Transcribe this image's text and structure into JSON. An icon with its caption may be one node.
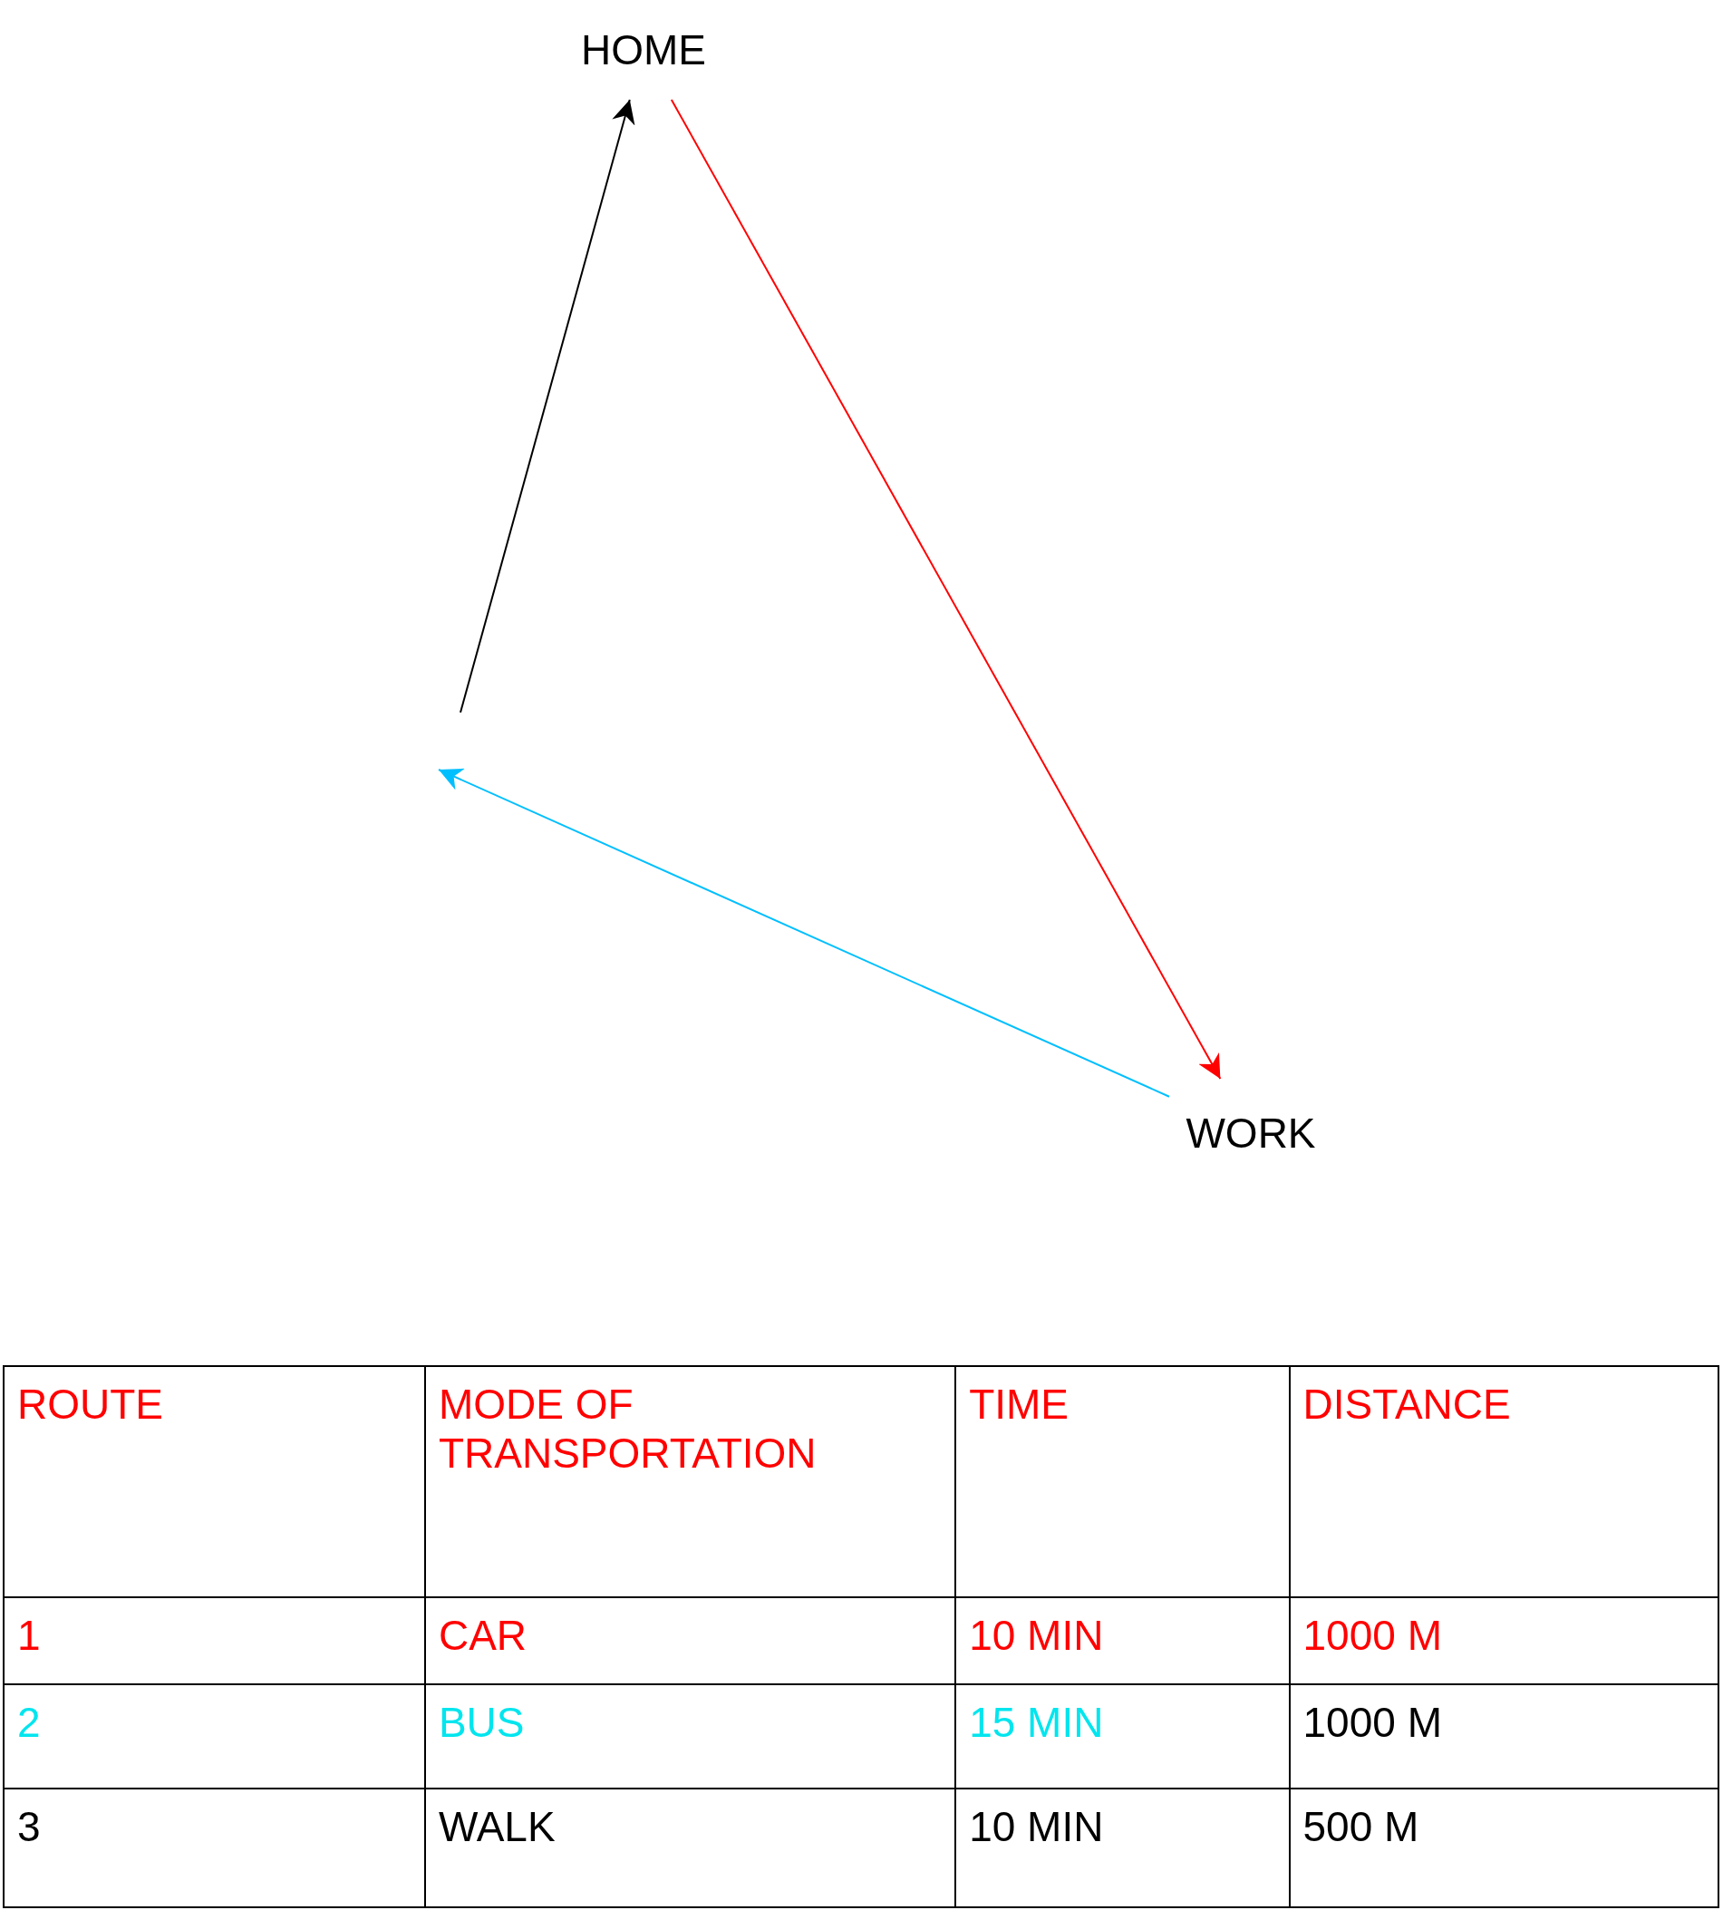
{
  "diagram": {
    "nodes": [
      {
        "text": [
          "HOME"
        ]
      },
      {
        "text": [
          "WORK"
        ]
      }
    ],
    "edges": [
      {
        "from": 0,
        "to": 1,
        "arrow": "to",
        "color": "#ff0000"
      },
      {
        "from": 1,
        "to": null,
        "arrow": "to",
        "color": "#00bfff"
      },
      {
        "from": null,
        "to": 0,
        "arrow": "to",
        "color": "#000000"
      }
    ],
    "labels": [
      "ROUTE",
      "MODE OF TRANSPORTATION",
      "TIME",
      "DISTANCE",
      "1",
      "CAR",
      "10 MIN",
      "1000 M",
      "2",
      "BUS",
      "15 MIN",
      "1000 M",
      "3",
      "WALK",
      "10 MIN",
      "500 M"
    ]
  }
}
